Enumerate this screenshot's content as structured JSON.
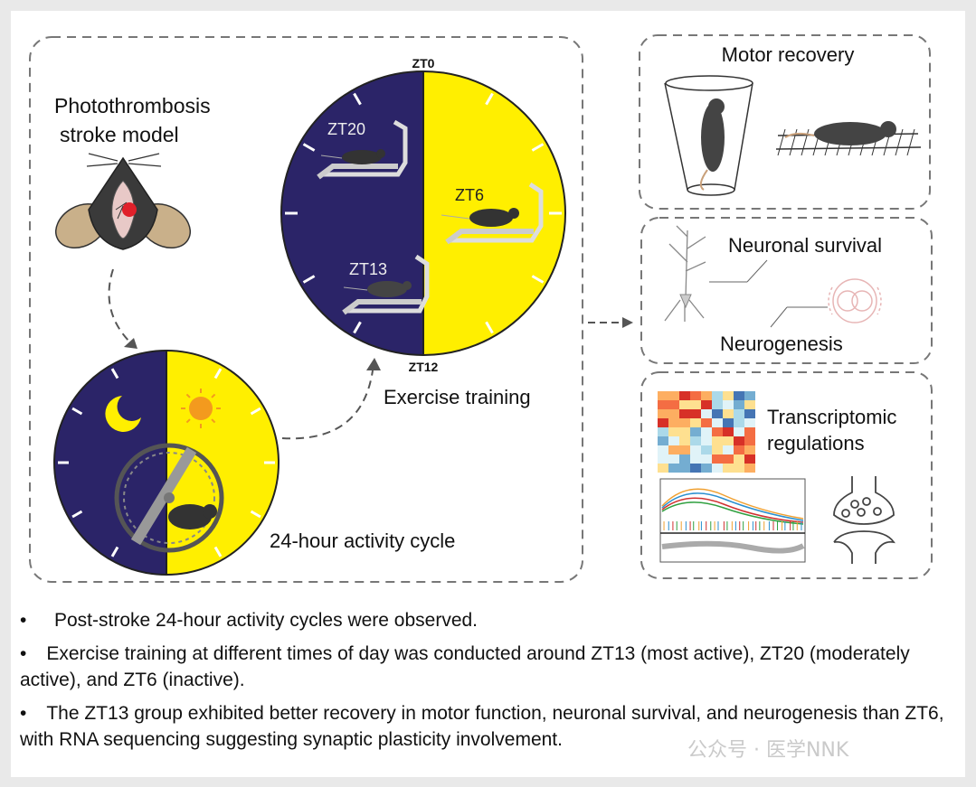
{
  "left_panel": {
    "stroke_title_1": "Photothrombosis",
    "stroke_title_2": "stroke model",
    "cycle_label": "24-hour activity cycle",
    "exercise_label": "Exercise training"
  },
  "clock": {
    "top_label": "ZT0",
    "bottom_label": "ZT12",
    "zt20": "ZT20",
    "zt6": "ZT6",
    "zt13": "ZT13",
    "dark_color": "#2b2468",
    "light_color": "#ffef00"
  },
  "outcomes": {
    "motor": "Motor recovery",
    "neuronal_survival": "Neuronal survival",
    "neurogenesis": "Neurogenesis",
    "transcriptomic_1": "Transcriptomic",
    "transcriptomic_2": "regulations"
  },
  "bullets": [
    "Post-stroke 24-hour activity cycles were observed.",
    "Exercise training at different times of day was conducted around ZT13 (most active), ZT20 (moderately active), and ZT6 (inactive).",
    "The ZT13 group exhibited better recovery in motor function, neuronal survival, and neurogenesis than ZT6, with RNA sequencing suggesting synaptic plasticity involvement."
  ],
  "bullet_symbol": "•",
  "watermark": "公众号 · 医学NNK"
}
